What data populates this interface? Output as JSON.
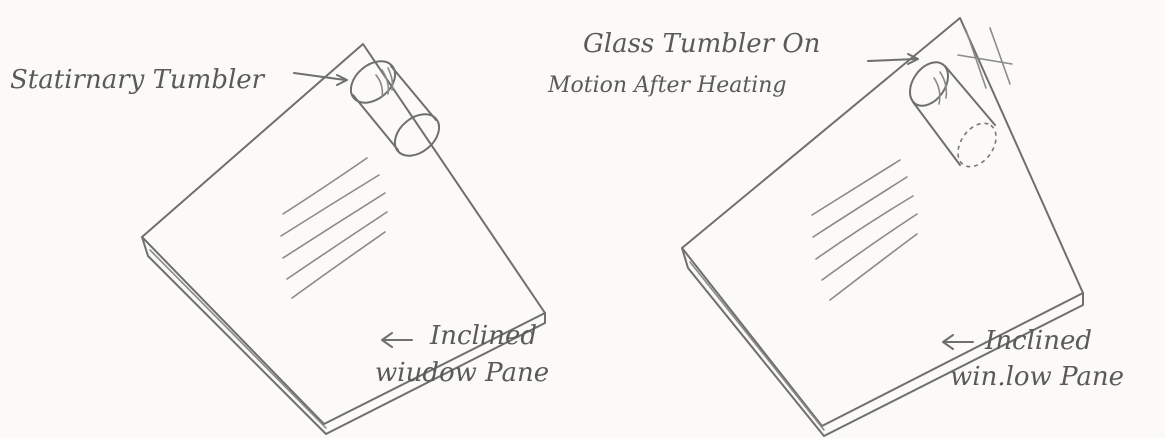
{
  "left_figure": {
    "tumbler_label": "Statirnary Tumbler",
    "pane_label_line1": "Inclined",
    "pane_label_line2": "wiudow Pane"
  },
  "right_figure": {
    "tumbler_label_line1": "Glass Tumbler On",
    "tumbler_label_line2": "Motion After Heating",
    "pane_label_line1": "Inclined",
    "pane_label_line2": "win.low Pane"
  }
}
